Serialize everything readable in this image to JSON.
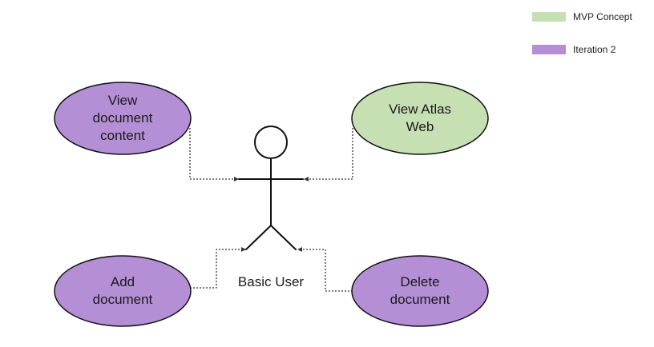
{
  "legend": [
    {
      "label": "MVP Concept",
      "color": "#c6e0b4"
    },
    {
      "label": "Iteration 2",
      "color": "#b48fd6"
    }
  ],
  "actor": {
    "label": "Basic User"
  },
  "use_cases": {
    "view_document_content": {
      "lines": [
        "View",
        "document",
        "content"
      ],
      "color": "#b48fd6"
    },
    "view_atlas_web": {
      "lines": [
        "View Atlas",
        "Web"
      ],
      "color": "#c6e0b4"
    },
    "add_document": {
      "lines": [
        "Add",
        "document"
      ],
      "color": "#b48fd6"
    },
    "delete_document": {
      "lines": [
        "Delete",
        "document"
      ],
      "color": "#b48fd6"
    }
  },
  "colors": {
    "stroke": "#111111",
    "connector": "#333333"
  }
}
